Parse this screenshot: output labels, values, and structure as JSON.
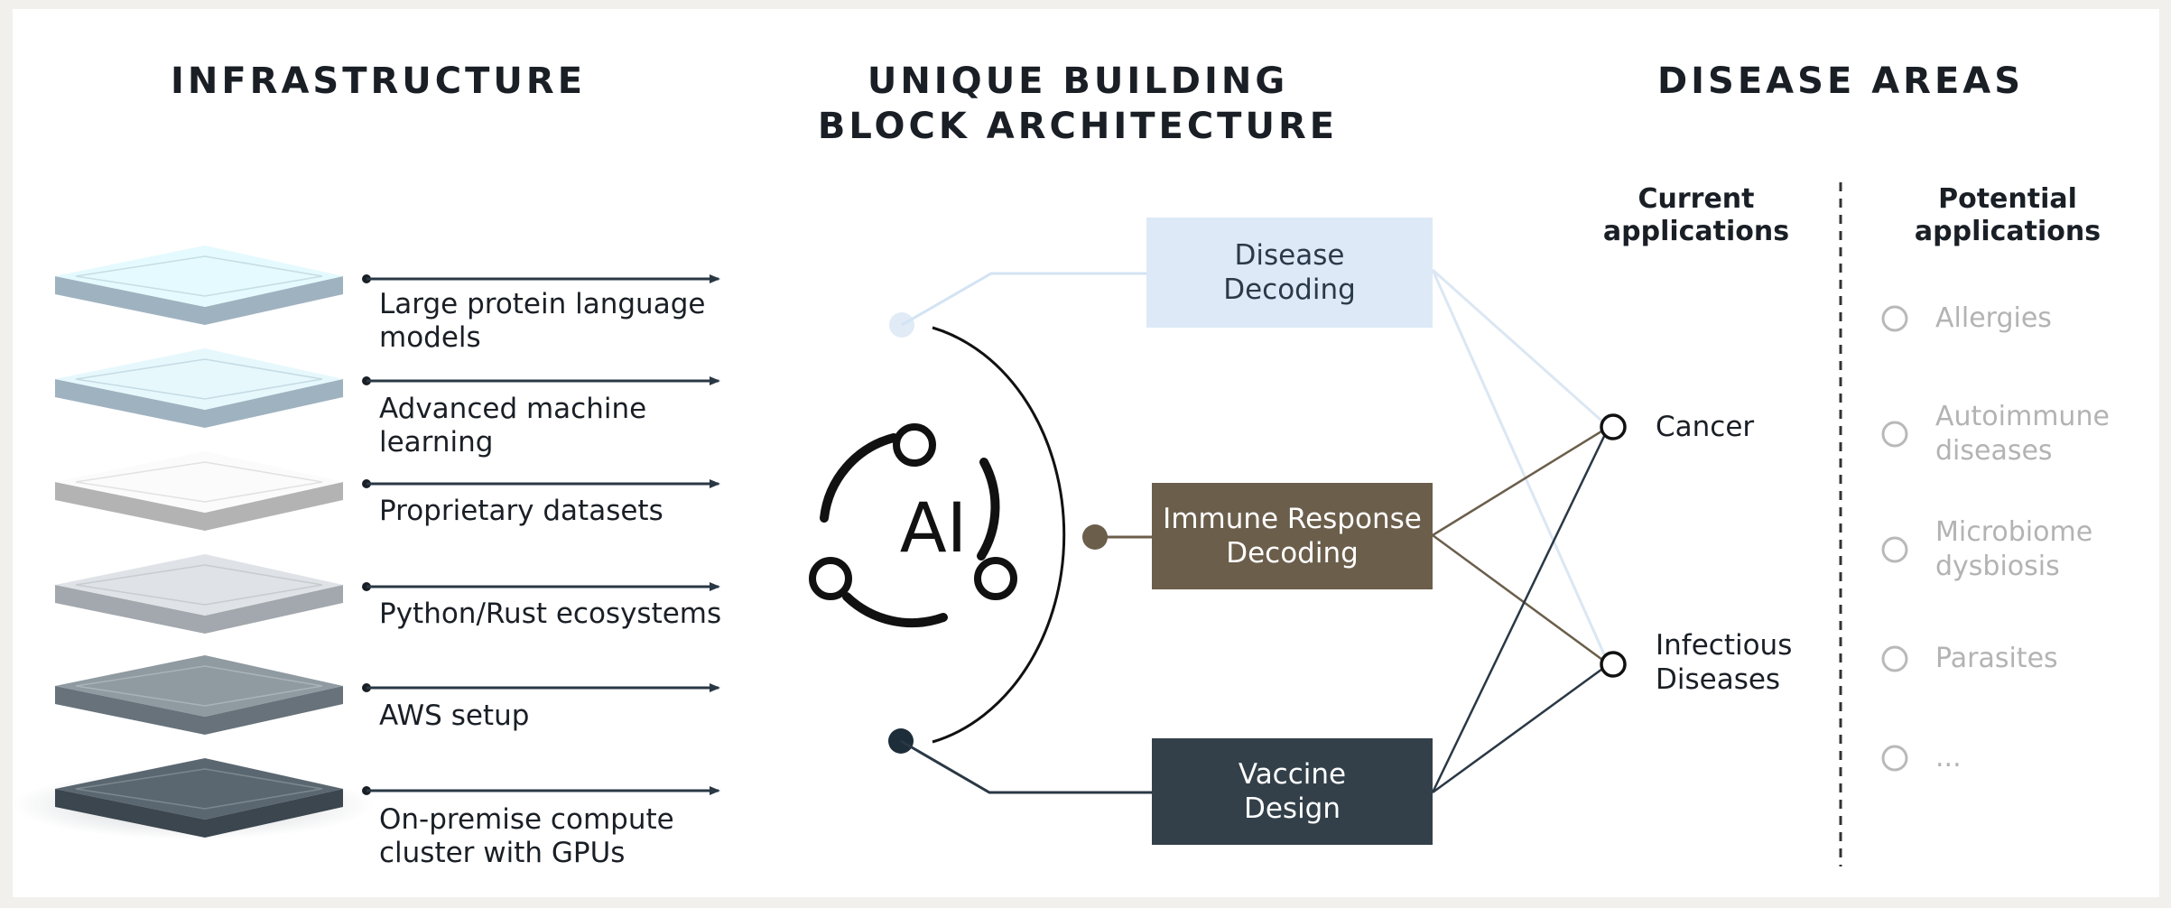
{
  "headings": {
    "infrastructure": "INFRASTRUCTURE",
    "architecture_line1": "UNIQUE BUILDING",
    "architecture_line2": "BLOCK ARCHITECTURE",
    "disease_areas": "DISEASE AREAS"
  },
  "infrastructure_layers": [
    {
      "line1": "Large protein language",
      "line2": "models"
    },
    {
      "line1": "Advanced machine",
      "line2": "learning"
    },
    {
      "line1": "Proprietary datasets",
      "line2": ""
    },
    {
      "line1": "Python/Rust ecosystems",
      "line2": ""
    },
    {
      "line1": "AWS setup",
      "line2": ""
    },
    {
      "line1": "On-premise compute",
      "line2": "cluster with GPUs"
    }
  ],
  "ai_label": "AI",
  "blocks": [
    {
      "line1": "Disease",
      "line2": "Decoding",
      "color": "#dde9f6",
      "text_color": "#2b3a4a"
    },
    {
      "line1": "Immune Response",
      "line2": "Decoding",
      "color": "#6b5e4b",
      "text_color": "#ffffff"
    },
    {
      "line1": "Vaccine",
      "line2": "Design",
      "color": "#334049",
      "text_color": "#ffffff"
    }
  ],
  "current_applications": {
    "heading_line1": "Current",
    "heading_line2": "applications",
    "items": [
      {
        "line1": "Cancer",
        "line2": ""
      },
      {
        "line1": "Infectious",
        "line2": "Diseases"
      }
    ]
  },
  "potential_applications": {
    "heading_line1": "Potential",
    "heading_line2": "applications",
    "items": [
      {
        "line1": "Allergies",
        "line2": ""
      },
      {
        "line1": "Autoimmune",
        "line2": "diseases"
      },
      {
        "line1": "Microbiome",
        "line2": "dysbiosis"
      },
      {
        "line1": "Parasites",
        "line2": ""
      },
      {
        "line1": "...",
        "line2": ""
      }
    ]
  },
  "colors": {
    "dark_text": "#1a1f26",
    "muted_text": "#b3b3b3",
    "connector_light": "#d3e3f3",
    "connector_brown": "#6b5e4b",
    "connector_dark": "#2a3845"
  }
}
